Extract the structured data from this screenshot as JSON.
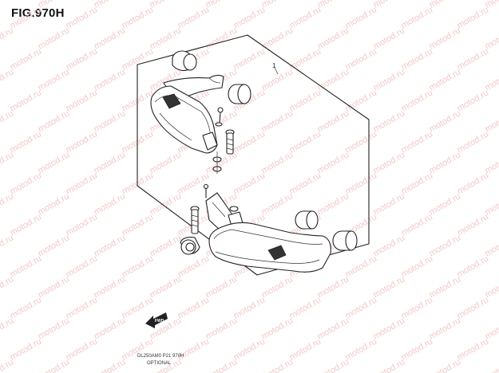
{
  "figure": {
    "title": "FIG.970H",
    "callout_number": "1",
    "model_code": "DL250AM0 P21 970H",
    "note": "OPTIONAL",
    "direction_label": "FWD"
  },
  "watermark": {
    "text": "motod.ru",
    "color": "#f3c9c9"
  }
}
